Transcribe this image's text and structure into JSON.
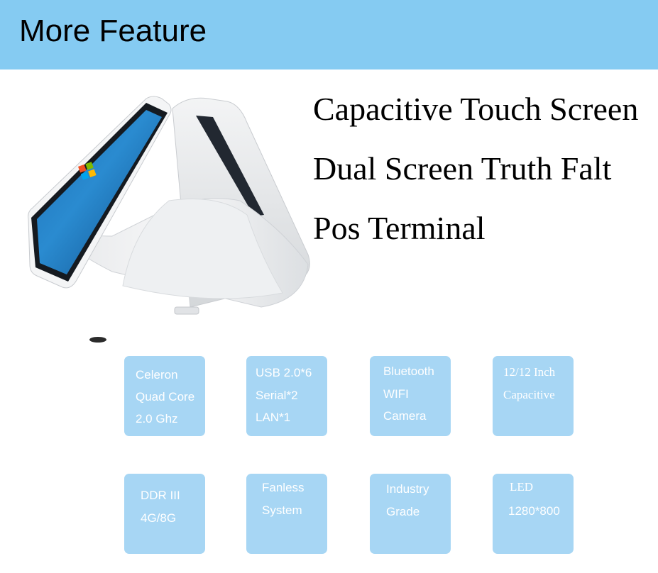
{
  "header": {
    "title": "More Feature",
    "color": "#85cbf2"
  },
  "headline": {
    "line1": "Capacitive Touch Screen",
    "line2": "Dual Screen Truth Falt",
    "line3": "Pos Terminal"
  },
  "product": {
    "description_icon": "pos-terminal-image"
  },
  "tiles": [
    {
      "lines": [
        "Celeron",
        "Quad Core",
        "2.0 Ghz"
      ]
    },
    {
      "lines": [
        "USB 2.0*6",
        "Serial*2",
        "LAN*1"
      ]
    },
    {
      "lines": [
        "Bluetooth",
        "WIFI",
        "Camera"
      ]
    },
    {
      "lines": [
        "12/12 Inch",
        "Capacitive"
      ]
    },
    {
      "lines": [
        "DDR III",
        "4G/8G"
      ]
    },
    {
      "lines": [
        "Fanless",
        "System"
      ]
    },
    {
      "lines": [
        "Industry",
        "Grade"
      ]
    },
    {
      "lines": [
        "LED",
        "1280*800"
      ]
    }
  ],
  "colors": {
    "tile": "#a7d6f4",
    "tile_text": "#ffffff",
    "headline_text": "#000000"
  }
}
